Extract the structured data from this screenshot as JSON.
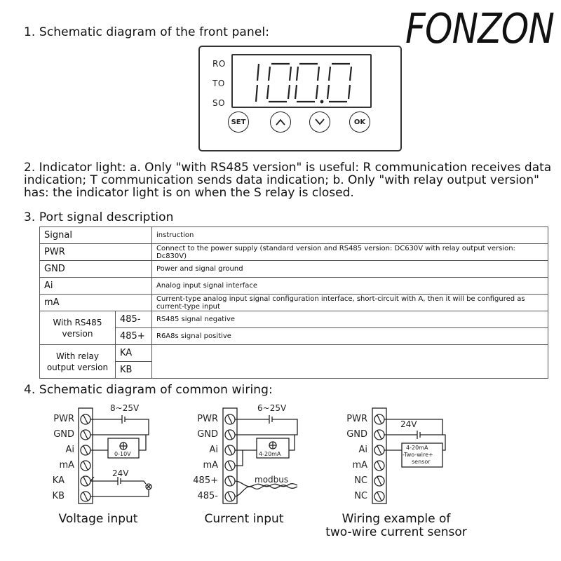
{
  "brand": {
    "logo": "FONZON"
  },
  "section1": {
    "title": "1. Schematic diagram of the front panel:"
  },
  "front_panel": {
    "indicators": [
      "RO",
      "TO",
      "SO"
    ],
    "display_value": "100.0",
    "buttons": [
      "SET",
      "up-arrow-icon",
      "down-arrow-icon",
      "OK"
    ],
    "ok_label": "OK",
    "set_label": "SET"
  },
  "section2": {
    "text": "2. Indicator light: a. Only \"with RS485 version\" is useful: R communication receives data indication; T communication sends data indication; b. Only \"with relay output version\" has: the indicator light is on when the S relay is closed."
  },
  "section3": {
    "title": "3. Port signal description",
    "header": {
      "signal": "Signal",
      "instruction": "instruction"
    },
    "rows": [
      {
        "signal": "PWR",
        "instruction": "Connect to the power supply (standard version and RS485 version: DC630V with relay output version: Dc830V)"
      },
      {
        "signal": "GND",
        "instruction": "Power and signal ground"
      },
      {
        "signal": "Ai",
        "instruction": "Analog input signal interface"
      },
      {
        "signal": "mA",
        "instruction": "Current-type analog input signal configuration interface, short-circuit with A, then it will be configured as current-type input"
      }
    ],
    "groups": [
      {
        "label": "With RS485 version",
        "subs": [
          {
            "signal": "485-",
            "instruction": "RS485 signal negative"
          },
          {
            "signal": "485+",
            "instruction": "R6A8s signal positive"
          }
        ]
      },
      {
        "label": "With relay output version",
        "subs": [
          {
            "signal": "KA",
            "instruction": ""
          },
          {
            "signal": "KB",
            "instruction": ""
          }
        ]
      }
    ]
  },
  "section4": {
    "title": "4. Schematic diagram of common wiring:",
    "diagrams": [
      {
        "terminals": [
          "PWR",
          "GND",
          "Ai",
          "mA",
          "KA",
          "KB"
        ],
        "supply": "8~25V",
        "sensor": "0-10V",
        "relay_supply": "24V",
        "caption": "Voltage input"
      },
      {
        "terminals": [
          "PWR",
          "GND",
          "Ai",
          "mA",
          "485+",
          "485-"
        ],
        "supply": "6~25V",
        "sensor": "4-20mA",
        "bus": "modbus",
        "caption": "Current input"
      },
      {
        "terminals": [
          "PWR",
          "GND",
          "Ai",
          "mA",
          "NC",
          "NC"
        ],
        "supply": "24V",
        "sensor": [
          "4-20mA",
          "-Two-wire+",
          "sensor"
        ],
        "caption": [
          "Wiring example of",
          "two-wire current sensor"
        ]
      }
    ]
  }
}
